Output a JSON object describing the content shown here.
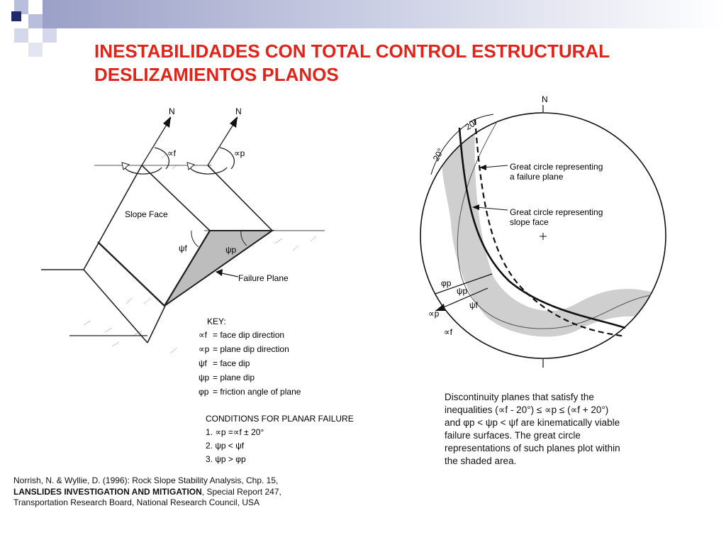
{
  "title": {
    "line1": "INESTABILIDADES CON TOTAL CONTROL ESTRUCTURAL",
    "line2": "DESLIZAMIENTOS PLANOS"
  },
  "left_figure": {
    "north_1": "N",
    "north_2": "N",
    "alpha_f": "∝f",
    "alpha_p": "∝p",
    "slope_face": "Slope Face",
    "psi_f": "ψf",
    "psi_p": "ψp",
    "failure_plane": "Failure Plane",
    "key": {
      "heading": "KEY:",
      "items": [
        {
          "symbol": "∝f",
          "text": "= face dip direction"
        },
        {
          "symbol": "∝p",
          "text": "= plane dip direction"
        },
        {
          "symbol": "ψf",
          "text": " = face dip"
        },
        {
          "symbol": "ψp",
          "text": "= plane dip"
        },
        {
          "symbol": "φp",
          "text": "= friction angle of plane"
        }
      ]
    },
    "conditions": {
      "heading": "CONDITIONS FOR PLANAR FAILURE",
      "items": [
        "1.  ∝p =∝f ± 20°",
        "2.  ψp < ψf",
        "3.  ψp > φp"
      ]
    }
  },
  "right_figure": {
    "north": "N",
    "angle_1": "20°",
    "angle_2": "20°",
    "label_failure_plane_1": "Great circle representing",
    "label_failure_plane_2": "a failure plane",
    "label_slope_face_1": "Great circle representing",
    "label_slope_face_2": "slope face",
    "phi_p": "φp",
    "psi_p": "ψp",
    "psi_f": "ψf",
    "alpha_p": "∝p",
    "alpha_f": "∝f",
    "caption": [
      "Discontinuity planes that satisfy the",
      "inequalities (∝f - 20°) ≤ ∝p ≤ (∝f + 20°)",
      "and φp < ψp < ψf are kinematically viable",
      "failure surfaces.  The great circle",
      "representations of such planes plot within",
      "the shaded area."
    ]
  },
  "citation": {
    "line1": "Norrish, N. & Wyllie, D. (1996): Rock Slope Stability Analysis, Chp. 15,",
    "line2_bold": "LANSLIDES INVESTIGATION AND MITIGATION",
    "line2_rest": ", Special Report 247,",
    "line3": "Transportation Research Board, National Research Council, USA"
  },
  "colors": {
    "title": "#e2231a",
    "deco_dark": "#1f2a6b",
    "deco_light": "#b9bedd",
    "shade": "#cfcfcf"
  }
}
